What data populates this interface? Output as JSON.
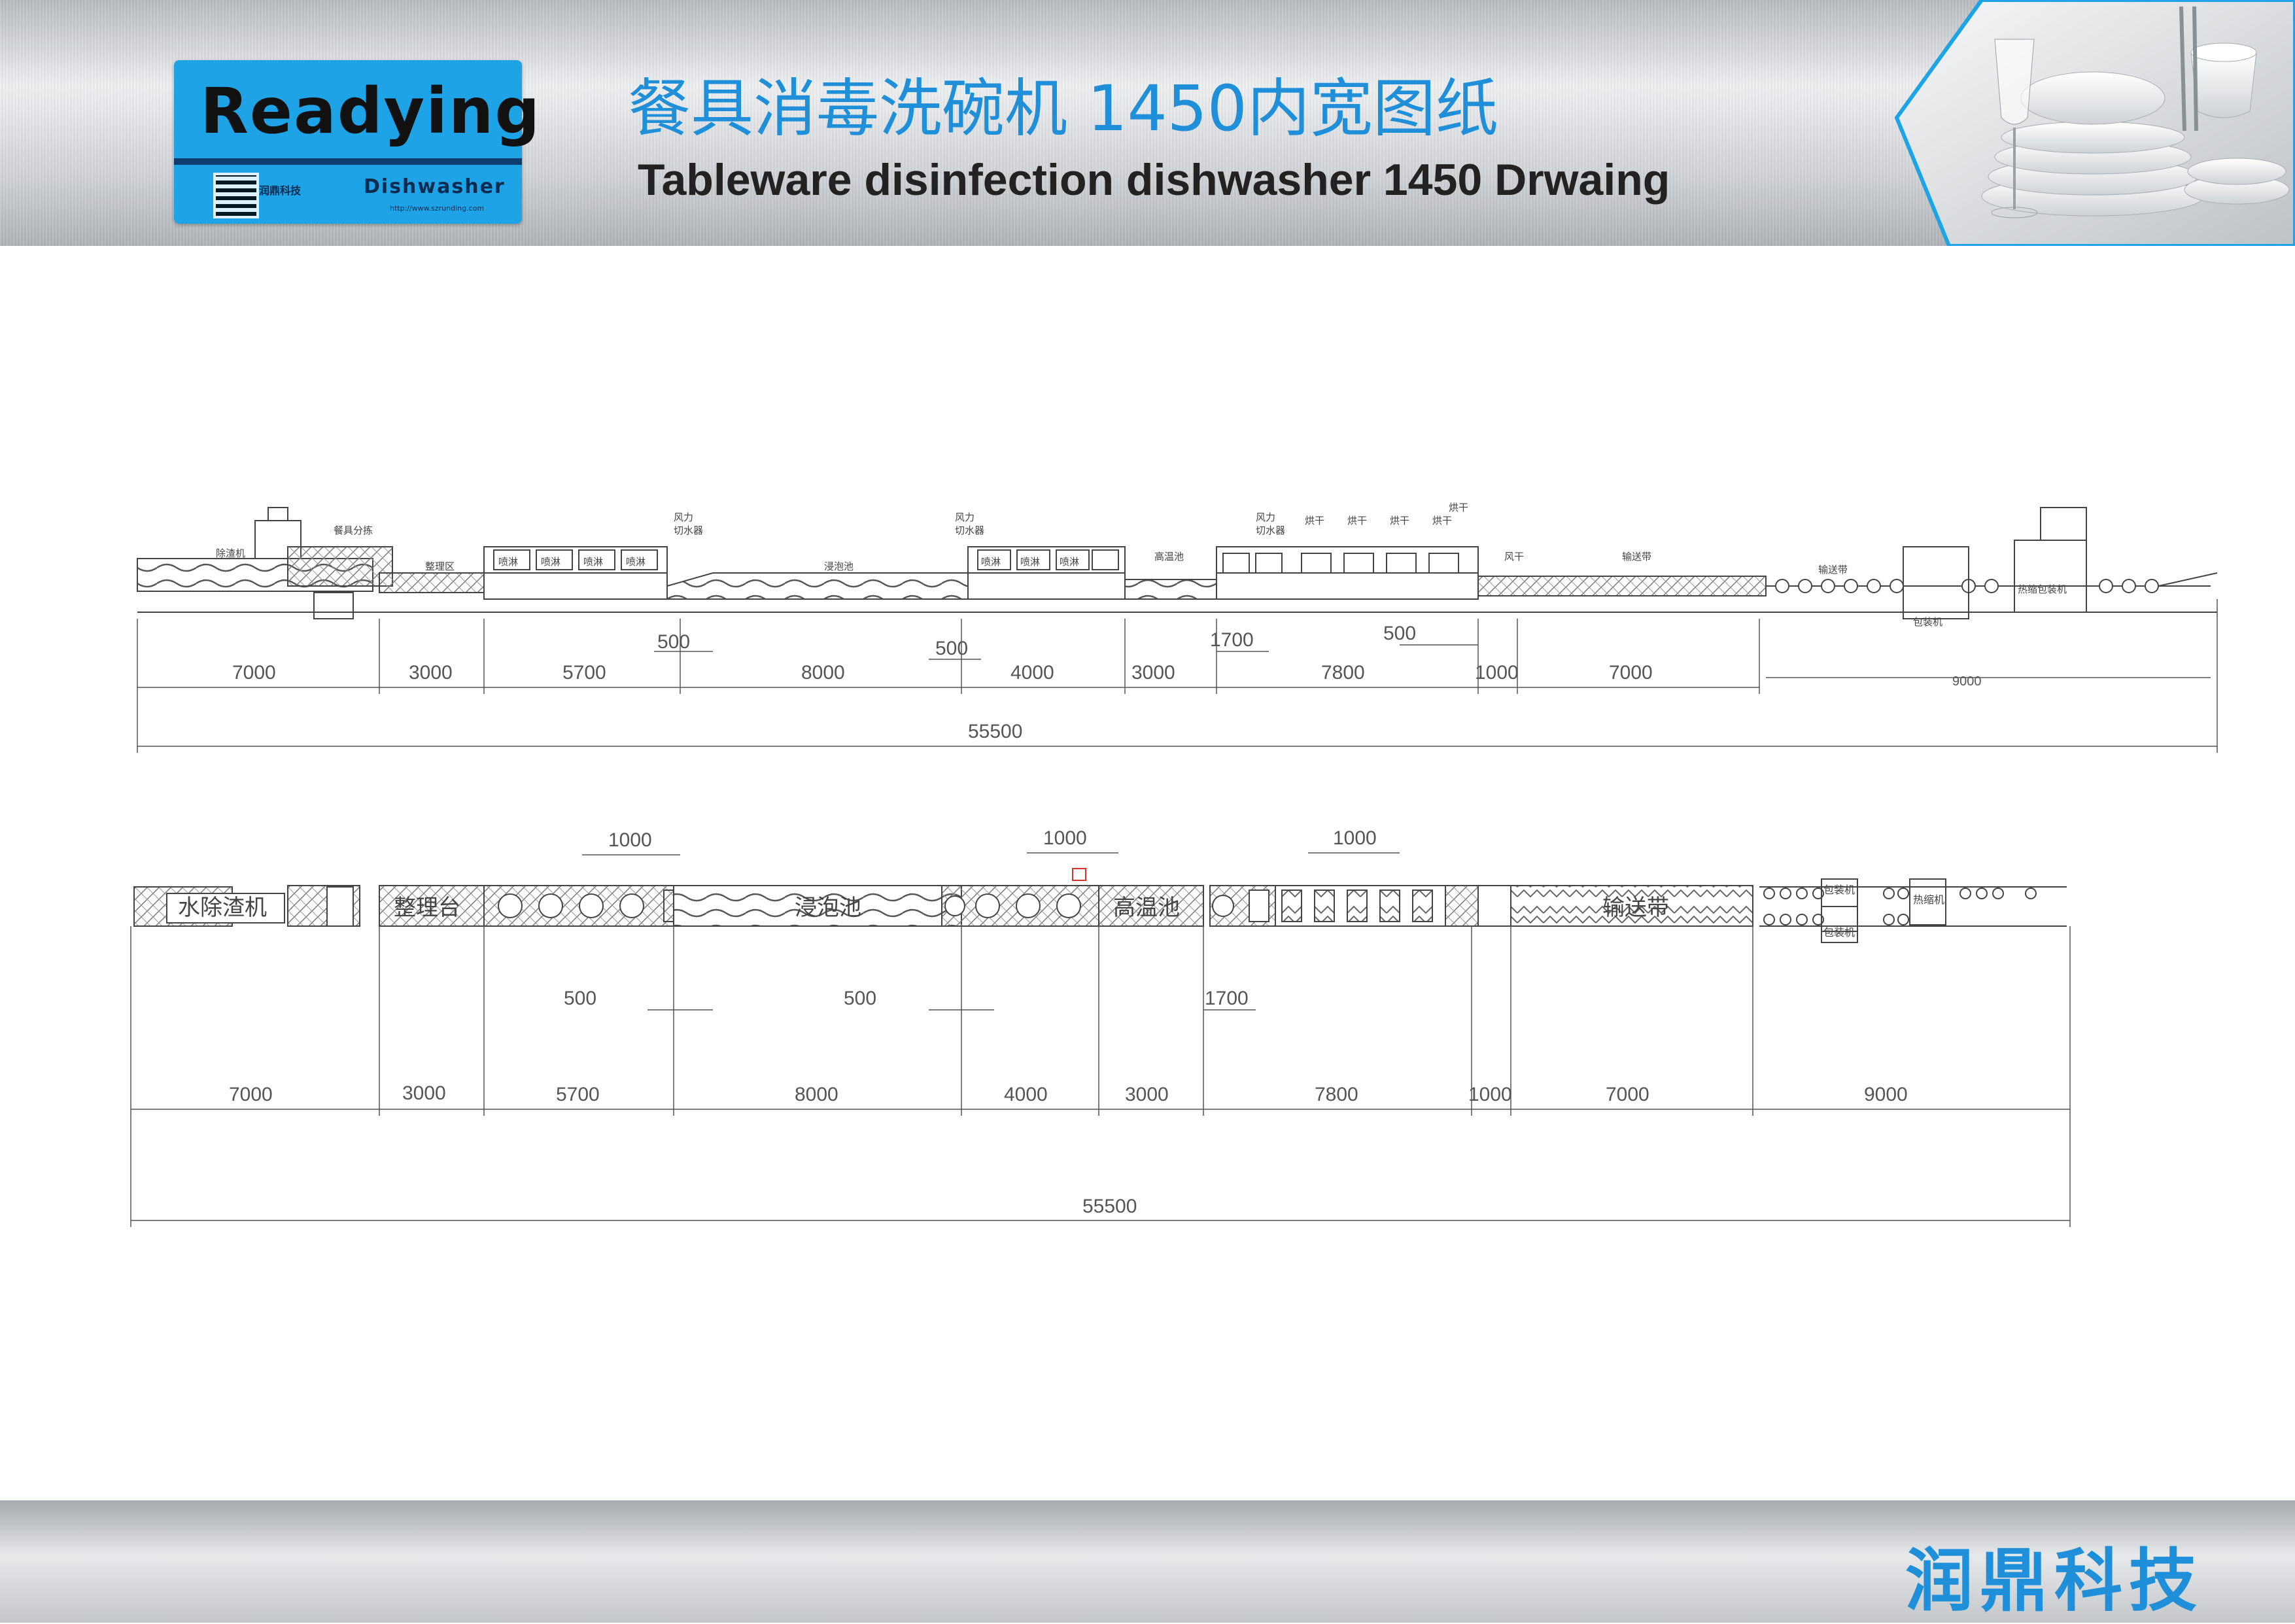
{
  "header": {
    "logo": {
      "brand": "Readying",
      "subtitle": "Dishwasher",
      "cn_small": "润鼎科技",
      "url": "http://www.szrunding.com"
    },
    "title_cn": "餐具消毒洗碗机 1450内宽图纸",
    "title_en": "Tableware disinfection dishwasher 1450 Drwaing"
  },
  "footer": {
    "brand": "润鼎科技"
  },
  "elevation": {
    "labels": [
      "除渣机",
      "餐具分拣",
      "整理区",
      "喷淋",
      "喷淋",
      "喷淋",
      "喷淋",
      "风力",
      "切水器",
      "浸泡池",
      "风力",
      "切水器",
      "喷淋",
      "喷淋",
      "喷淋",
      "高温池",
      "风力",
      "切水器",
      "烘干",
      "烘干",
      "烘干",
      "烘干",
      "烘干",
      "风干",
      "输送带",
      "输送带",
      "包装机",
      "热缩包装机"
    ],
    "segments": [
      "7000",
      "3000",
      "5700",
      "8000",
      "4000",
      "3000",
      "7800",
      "1000",
      "7000",
      "9000"
    ],
    "gaps": [
      "500",
      "500",
      "1700",
      "500"
    ],
    "total": "55500"
  },
  "plan": {
    "labels": [
      "水除渣机",
      "整理台",
      "浸泡池",
      "高温池",
      "输送带",
      "包装机",
      "包装机",
      "热缩机"
    ],
    "segments": [
      "7000",
      "3000",
      "5700",
      "8000",
      "4000",
      "3000",
      "7800",
      "1000",
      "7000",
      "9000"
    ],
    "gaps": [
      "500",
      "500",
      "1700"
    ],
    "tops": [
      "1000",
      "1000",
      "1000"
    ],
    "total": "55500"
  }
}
